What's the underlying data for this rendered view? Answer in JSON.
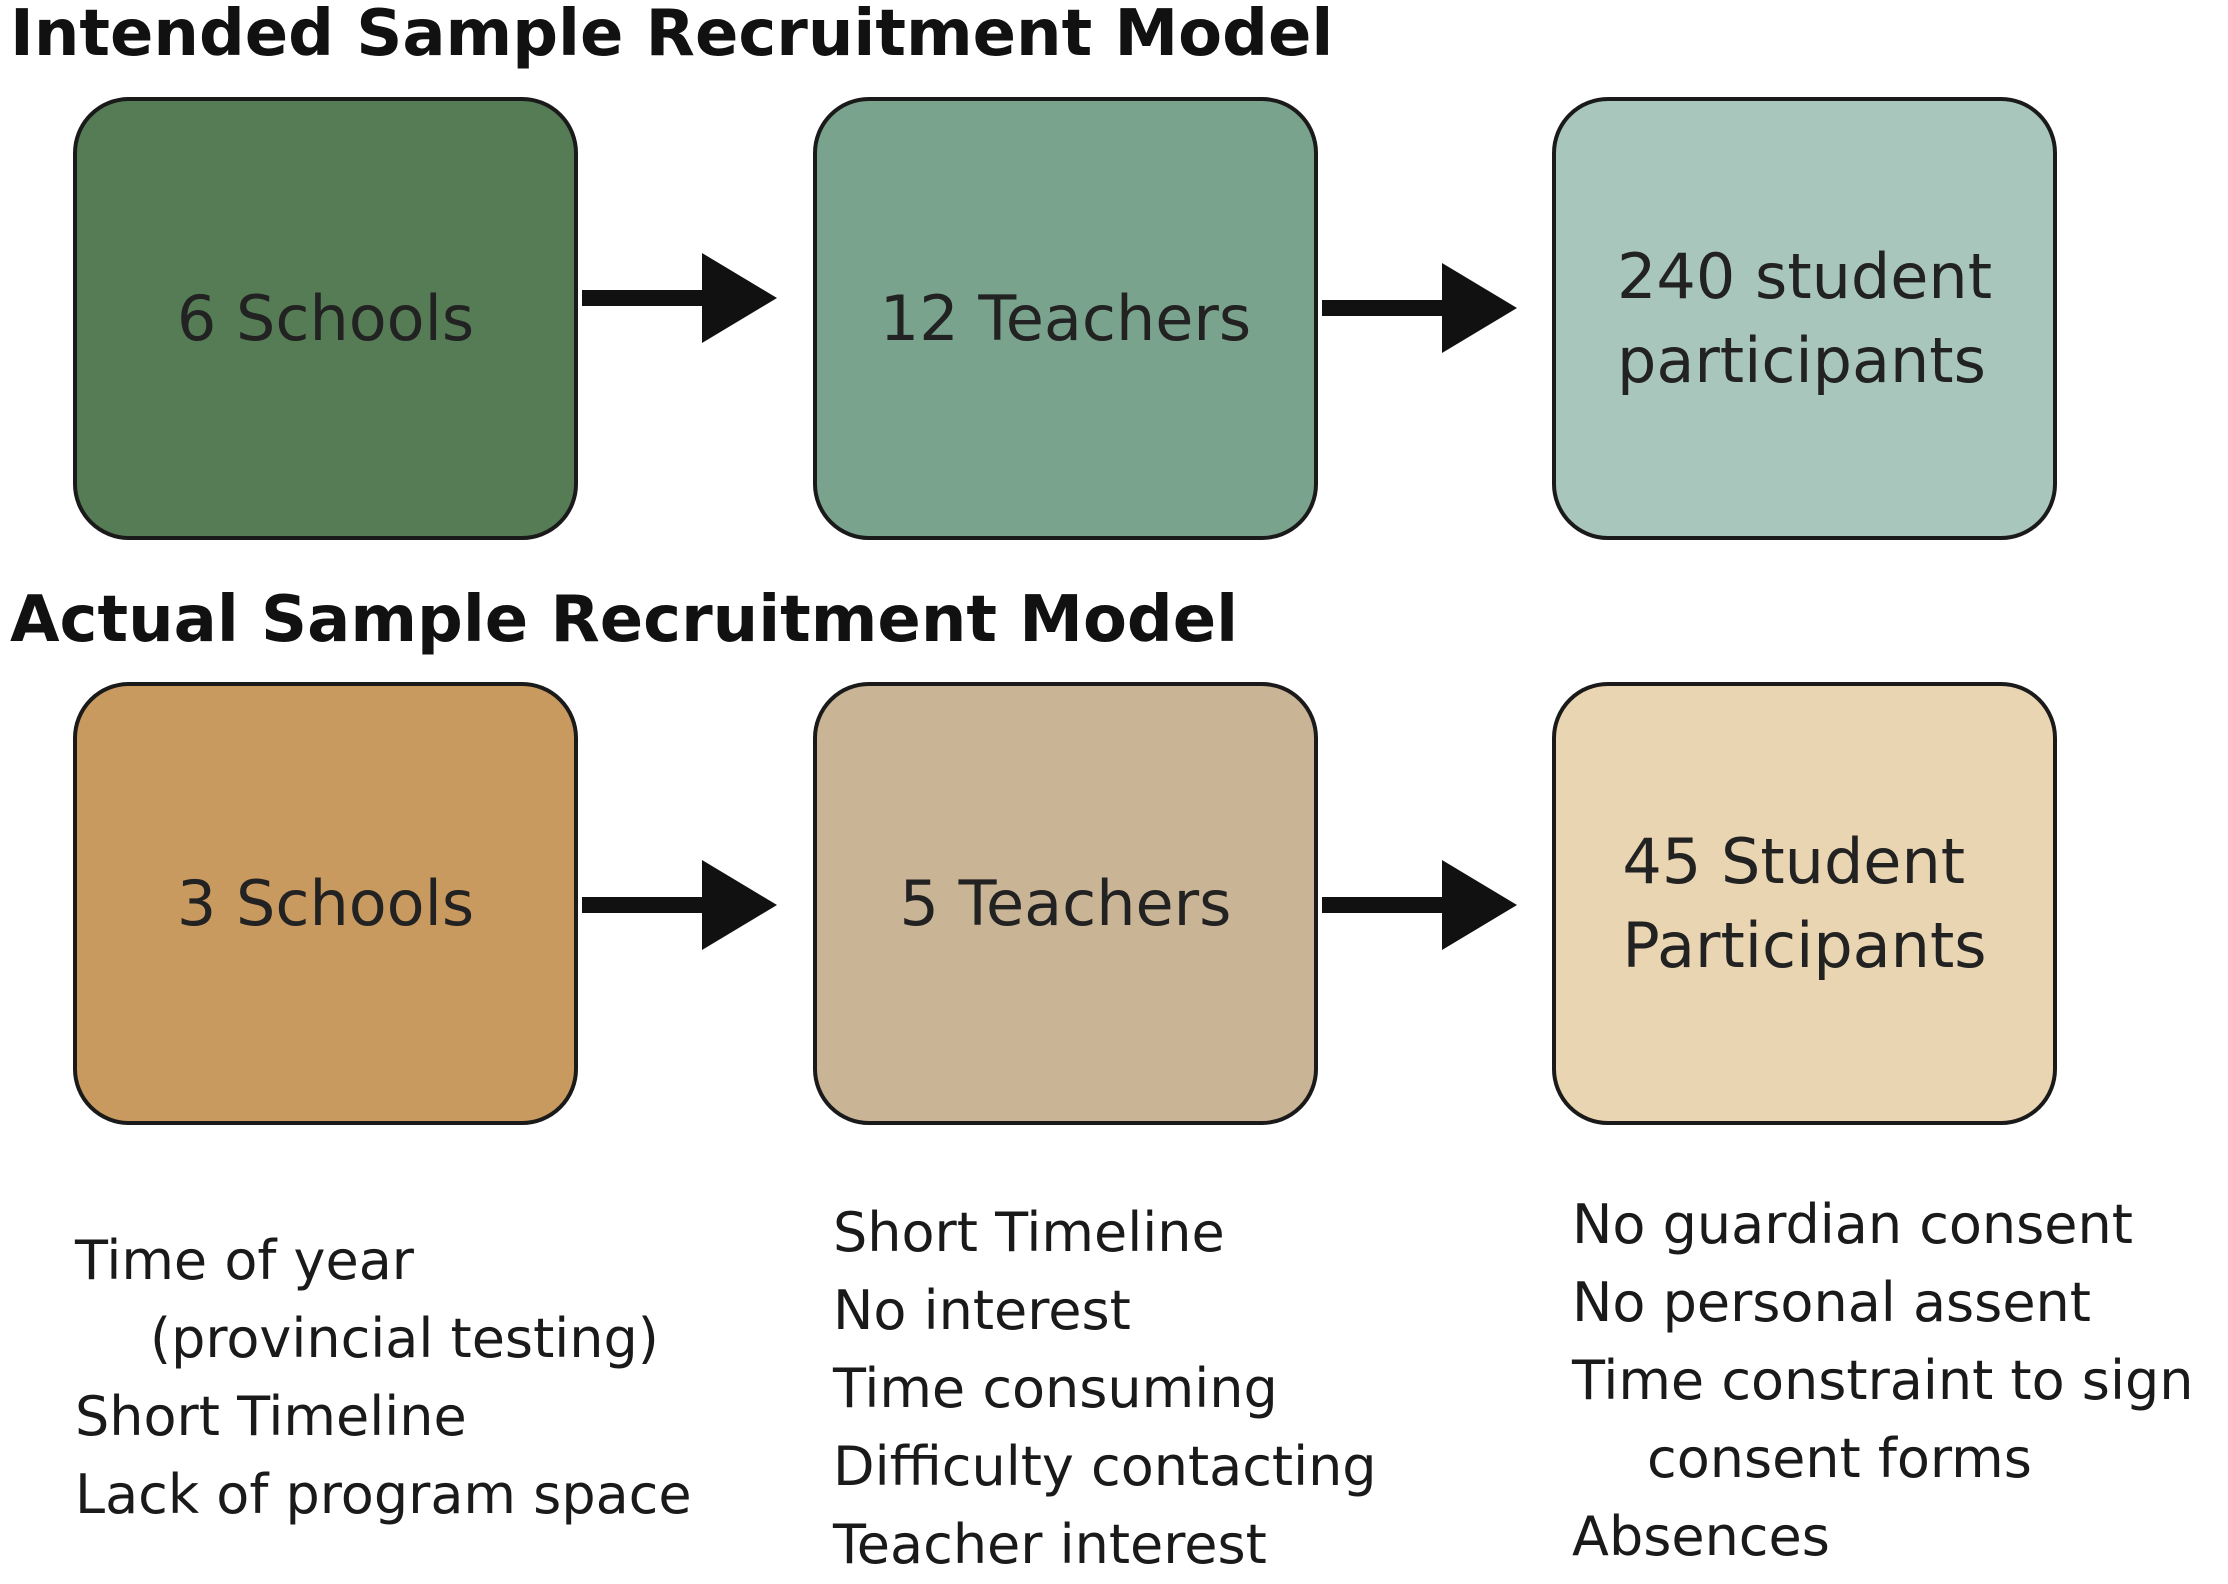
{
  "intended": {
    "heading": "Intended Sample Recruitment Model",
    "boxes": [
      {
        "label": "6 Schools",
        "color": "#557c55"
      },
      {
        "label": "12 Teachers",
        "color": "#7aa38e"
      },
      {
        "label": "240 student\nparticipants",
        "color": "#a8c6bc"
      }
    ]
  },
  "actual": {
    "heading": "Actual Sample Recruitment Model",
    "boxes": [
      {
        "label": "3 Schools",
        "color": "#c99a60"
      },
      {
        "label": "5 Teachers",
        "color": "#cab496"
      },
      {
        "label": "45 Student\nParticipants",
        "color": "#ead5b2"
      }
    ]
  },
  "barriers": {
    "schools": [
      "Time of year",
      "(provincial testing)",
      "Short Timeline",
      "Lack of program space"
    ],
    "teachers": [
      "Short Timeline",
      "No interest",
      "Time consuming",
      "Difficulty contacting",
      "Teacher interest"
    ],
    "students": [
      "No guardian consent",
      "No personal assent",
      "Time constraint to sign",
      "consent forms",
      "Absences"
    ]
  }
}
